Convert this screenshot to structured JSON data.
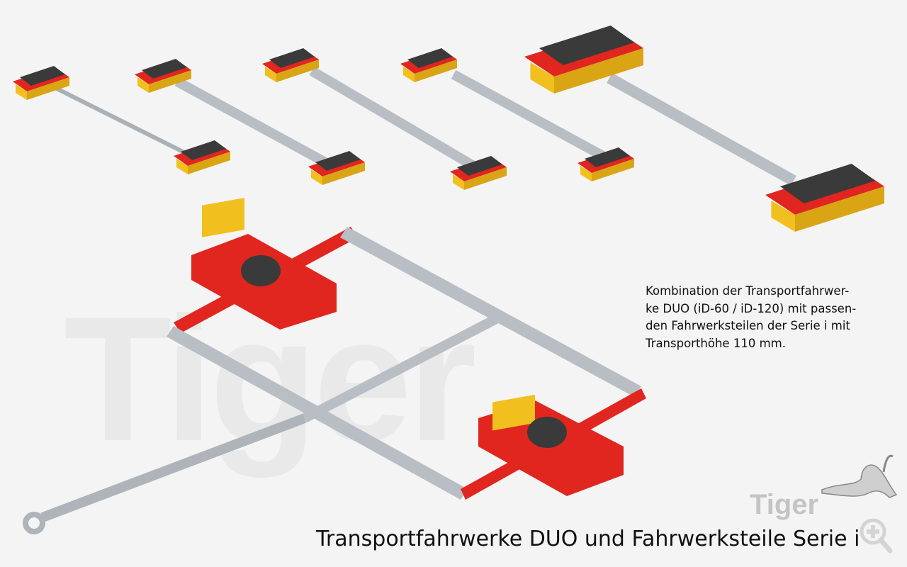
{
  "watermark": "Tiger",
  "description": "Kombination der Transportfahrwer-\nke DUO (iD-60 / iD-120) mit passen-\nden Fahrwerksteilen der Serie i mit\nTransporthöhe 110 mm.",
  "caption": "Transportfahrwerke DUO und Fahrwerksteile Serie i",
  "logo": "Tiger",
  "icons": {
    "zoom": "zoom-in-icon",
    "logo": "tiger-icon"
  },
  "colors": {
    "frame_red": "#e0261f",
    "roller_yellow": "#f2c01e",
    "pad_black": "#3a3a3a",
    "bar_gray": "#b8bec4",
    "background": "#f4f4f4"
  }
}
